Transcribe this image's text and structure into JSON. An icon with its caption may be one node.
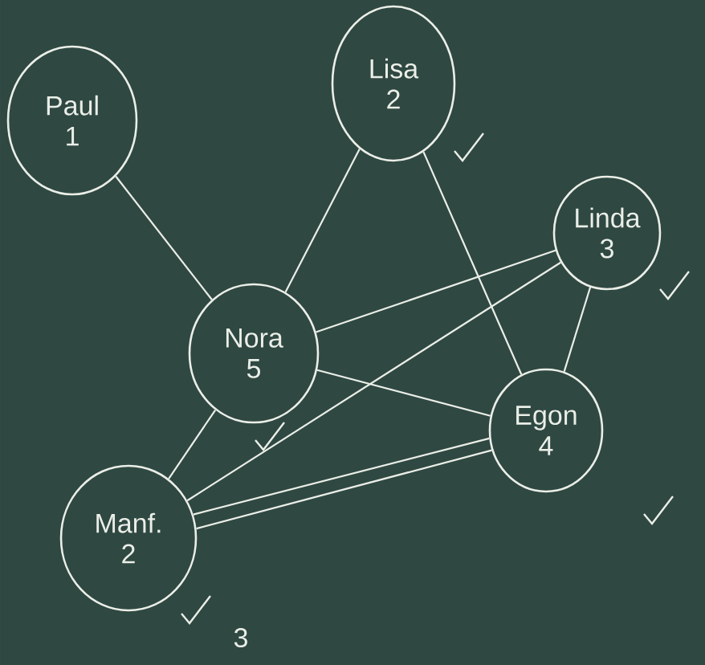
{
  "diagram": {
    "nodes": [
      {
        "text": [
          "Paul",
          "1"
        ]
      },
      {
        "text": [
          "Lisa",
          "2"
        ]
      },
      {
        "text": [
          "Linda",
          "3"
        ]
      },
      {
        "text": [
          "Nora",
          "5"
        ]
      },
      {
        "text": [
          "Egon",
          "4"
        ]
      },
      {
        "text": [
          "Manf.",
          "2"
        ],
        "beside": [
          "3"
        ]
      }
    ],
    "edges": [
      {
        "from": 0,
        "to": 3,
        "arrow": "none"
      },
      {
        "from": 1,
        "to": 3,
        "arrow": "none"
      },
      {
        "from": 1,
        "to": 4,
        "arrow": "none"
      },
      {
        "from": 2,
        "to": 3,
        "arrow": "none"
      },
      {
        "from": 2,
        "to": 4,
        "arrow": "none"
      },
      {
        "from": 2,
        "to": 5,
        "arrow": "none"
      },
      {
        "from": 3,
        "to": 4,
        "arrow": "none"
      },
      {
        "from": 3,
        "to": 5,
        "arrow": "none"
      },
      {
        "from": 5,
        "to": 4,
        "arrow": "none"
      },
      {
        "from": 5,
        "to": 4,
        "arrow": "none"
      }
    ]
  }
}
